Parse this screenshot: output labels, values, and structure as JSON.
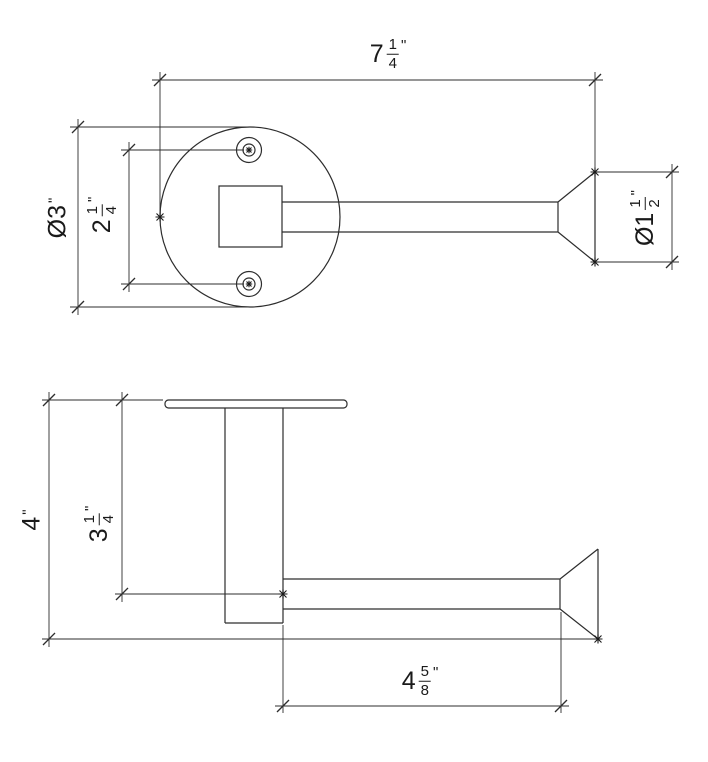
{
  "colors": {
    "background": "#ffffff",
    "line": "#2d2d2d",
    "text": "#1a1a1a"
  },
  "dimensions": {
    "overall_length": {
      "whole": "7",
      "numerator": "1",
      "denominator": "4",
      "unit": "\""
    },
    "plate_diameter": {
      "whole": "Ø3",
      "numerator": "",
      "denominator": "",
      "unit": "\""
    },
    "screw_spacing": {
      "whole": "2",
      "numerator": "1",
      "denominator": "4",
      "unit": "\""
    },
    "end_diameter": {
      "whole": "Ø1",
      "numerator": "1",
      "denominator": "2",
      "unit": "\""
    },
    "overall_height": {
      "whole": "4",
      "numerator": "",
      "denominator": "",
      "unit": "\""
    },
    "arm_offset": {
      "whole": "3",
      "numerator": "1",
      "denominator": "4",
      "unit": "\""
    },
    "arm_length": {
      "whole": "4",
      "numerator": "5",
      "denominator": "8",
      "unit": "\""
    }
  }
}
